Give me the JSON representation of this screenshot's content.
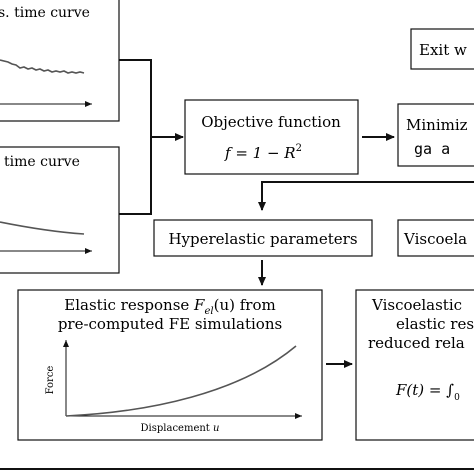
{
  "panels": {
    "top_curve": {
      "title": "s. time curve"
    },
    "bottom_curve": {
      "title": "time curve"
    }
  },
  "boxes": {
    "exit": {
      "label": "Exit w"
    },
    "objective": {
      "title": "Objective function",
      "formula_lhs": "f = 1 − R",
      "formula_exp": "2"
    },
    "minimize": {
      "line1": "Minimiz",
      "line2": "ga a"
    },
    "hyperelastic": {
      "label": "Hyperelastic parameters"
    },
    "viscoelastic": {
      "label": "Viscoela"
    },
    "elastic": {
      "line1_prefix": "Elastic response ",
      "line1_F": "F",
      "line1_sub": "el",
      "line1_suffix": "(u) from",
      "line2": "pre-computed FE simulations",
      "ylabel": "Force",
      "xlabel_text": "Displacement ",
      "xlabel_var": "u"
    },
    "visco_response": {
      "line1": "Viscoelastic",
      "line2": "elastic res",
      "line3": "reduced rela",
      "formula": "F(t) = ∫",
      "formula_sub": "0"
    }
  }
}
